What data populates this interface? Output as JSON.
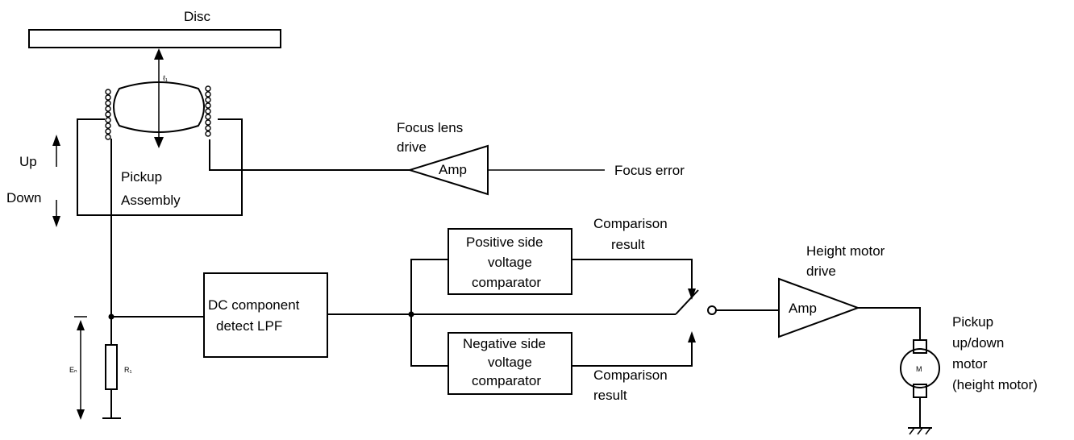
{
  "labels": {
    "disc": "Disc",
    "l1": "ℓ₁",
    "up": "Up",
    "down": "Down",
    "pickup_1": "Pickup",
    "pickup_2": "Assembly",
    "focus_drive_1": "Focus lens",
    "focus_drive_2": "drive",
    "amp_focus": "Amp",
    "focus_error": "Focus error",
    "dc_1": "DC component",
    "dc_2": "detect LPF",
    "pos_1": "Positive side",
    "pos_2": "voltage",
    "pos_3": "comparator",
    "neg_1": "Negative side",
    "neg_2": "voltage",
    "neg_3": "comparator",
    "cmp_top_1": "Comparison",
    "cmp_top_2": "result",
    "cmp_bot_1": "Comparison",
    "cmp_bot_2": "result",
    "height_drive_1": "Height motor",
    "height_drive_2": "drive",
    "amp_height": "Amp",
    "motor": "M",
    "motor_desc_1": "Pickup",
    "motor_desc_2": "up/down",
    "motor_desc_3": "motor",
    "motor_desc_4": "(height motor)",
    "eb": "Eₙ",
    "r1": "R₁"
  }
}
